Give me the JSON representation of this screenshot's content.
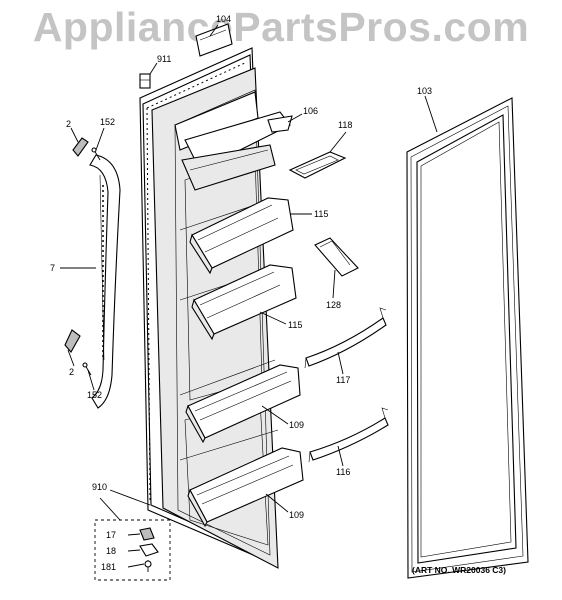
{
  "watermark": "AppliancePartsPros.com",
  "art_number": "(ART NO. WR20036 C3)",
  "callouts": {
    "c104": "104",
    "c911": "911",
    "c106": "106",
    "c118": "118",
    "c103": "103",
    "c2a": "2",
    "c152a": "152",
    "c115a": "115",
    "c7": "7",
    "c128": "128",
    "c115b": "115",
    "c2b": "2",
    "c152b": "152",
    "c117": "117",
    "c109a": "109",
    "c116": "116",
    "c910": "910",
    "c109b": "109",
    "c17": "17",
    "c18": "18",
    "c181": "181"
  }
}
